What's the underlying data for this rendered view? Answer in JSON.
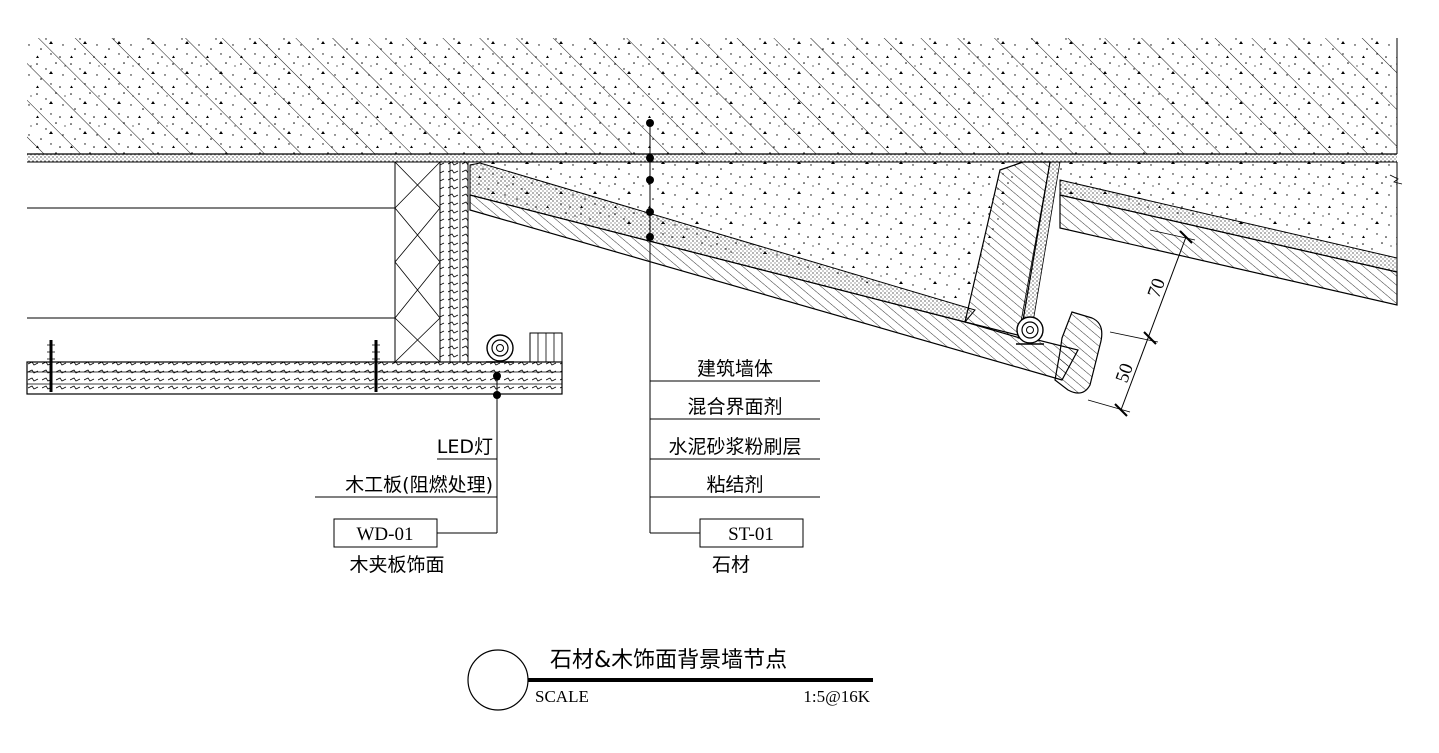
{
  "labels_right": {
    "l1": "建筑墙体",
    "l2": "混合界面剂",
    "l3": "水泥砂浆粉刷层",
    "l4": "粘结剂",
    "code": "ST-01",
    "name": "石材"
  },
  "labels_left": {
    "l1": "LED灯",
    "l2": "木工板(阻燃处理)",
    "code": "WD-01",
    "name": "木夹板饰面"
  },
  "dimensions": {
    "d1": "70",
    "d2": "50"
  },
  "title_block": {
    "title": "石材&木饰面背景墙节点",
    "scale_label": "SCALE",
    "scale_value": "1:5@16K"
  },
  "colors": {
    "line": "#000000",
    "background": "#ffffff"
  }
}
